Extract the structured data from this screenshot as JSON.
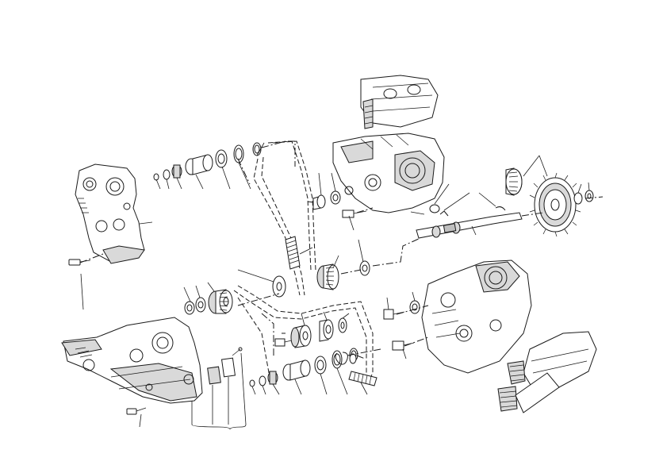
{
  "diagram": {
    "colors": {
      "line": "#1a1a1a",
      "shade": "#d9d9d9",
      "metal": "#bfbfbf",
      "background": "#ffffff"
    },
    "parts": [
      "front-timing-cover",
      "rear-timing-cover",
      "front-cylinder-head",
      "rear-cylinder-head",
      "camshaft-front",
      "camshaft-rear",
      "timing-belt-upper",
      "timing-belt-lower",
      "tensioner-roller-upper",
      "tensioner-roller-lower",
      "crankshaft-pulley",
      "driving-shaft",
      "layshaft-gear",
      "belt-tensioner-pulley",
      "bolt",
      "washer",
      "bearing",
      "spacer"
    ]
  }
}
